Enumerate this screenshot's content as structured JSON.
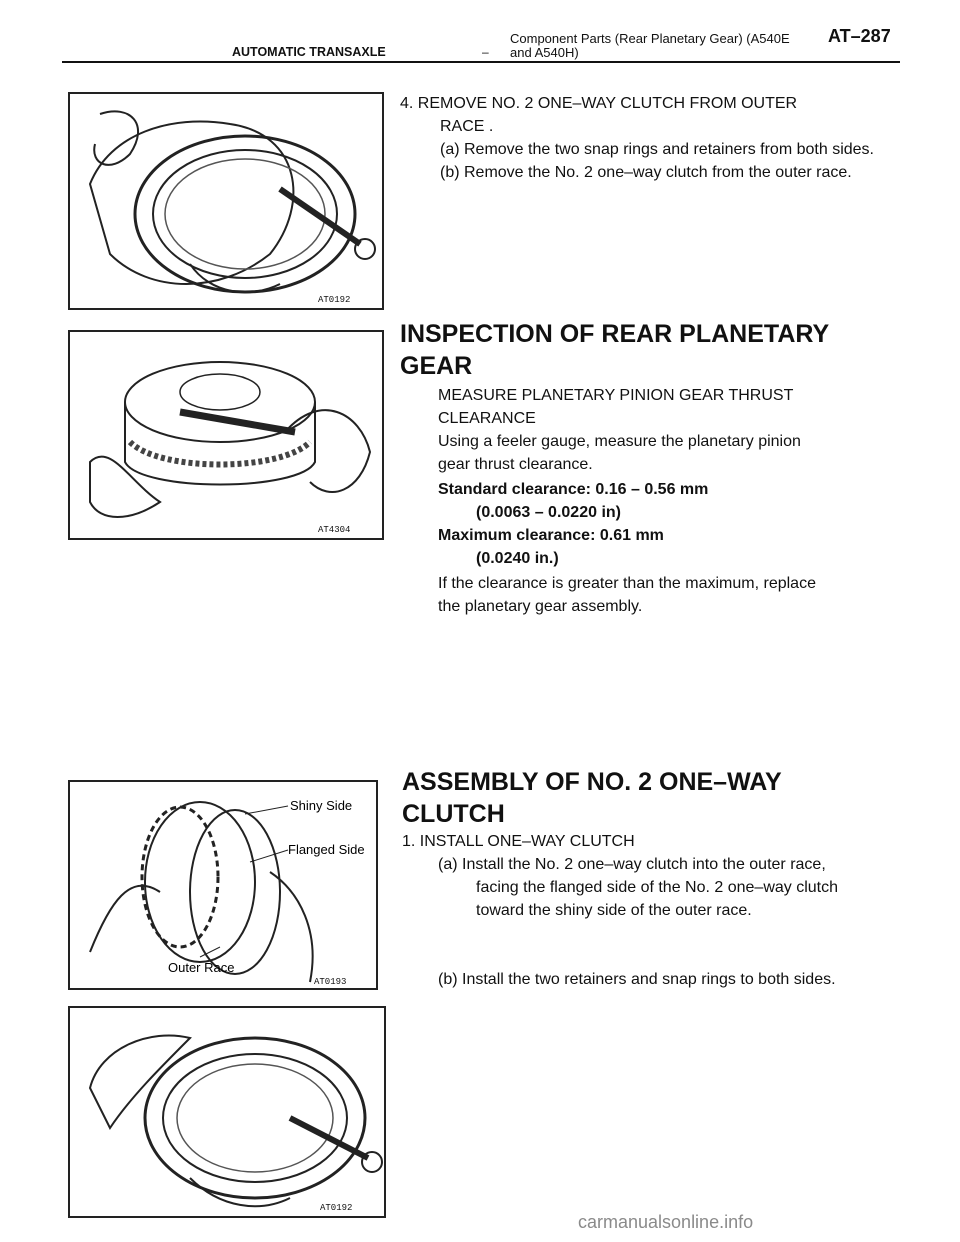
{
  "header": {
    "section": "AUTOMATIC TRANSAXLE",
    "dash": "–",
    "title": "Component Parts (Rear Planetary Gear) (A540E and A540H)",
    "page": "AT–287"
  },
  "figures": {
    "fig1": {
      "code": "AT0192",
      "icon": "snap-ring-removal-illustration"
    },
    "fig2": {
      "code": "AT4304",
      "icon": "feeler-gauge-illustration"
    },
    "fig3": {
      "code": "AT0193",
      "icon": "one-way-clutch-illustration",
      "callouts": [
        "Shiny Side",
        "Flanged Side",
        "Outer Race"
      ]
    },
    "fig4": {
      "code": "AT0192",
      "icon": "snap-ring-install-illustration"
    }
  },
  "step4": {
    "title_line1": "4. REMOVE NO. 2 ONE–WAY CLUTCH FROM OUTER",
    "title_line2": "RACE .",
    "a": "(a) Remove the two snap rings and retainers from both sides.",
    "b": "(b) Remove the No. 2 one–way clutch from the outer race."
  },
  "inspection": {
    "heading_line1": "INSPECTION OF REAR PLANETARY",
    "heading_line2": "GEAR",
    "sub_line1": "MEASURE PLANETARY PINION GEAR THRUST",
    "sub_line2": "CLEARANCE",
    "body_line1": "Using a feeler gauge, measure the planetary pinion",
    "body_line2": "gear thrust clearance.",
    "std_label": "Standard clearance: 0.16 – 0.56 mm",
    "std_in": "(0.0063 – 0.0220 in)",
    "max_label": "Maximum clearance: 0.61 mm",
    "max_in": "(0.0240 in.)",
    "replace_line1": "If the clearance is greater than the maximum, replace",
    "replace_line2": "the planetary gear assembly."
  },
  "assembly": {
    "heading_line1": "ASSEMBLY OF NO. 2 ONE–WAY",
    "heading_line2": "CLUTCH",
    "step1": "1. INSTALL ONE–WAY CLUTCH",
    "a_line1": "(a) Install the No. 2 one–way clutch into the outer race,",
    "a_line2": "facing the flanged side of the No. 2 one–way clutch",
    "a_line3": "toward the shiny side of the outer race.",
    "b": "(b) Install the two retainers and snap rings to both sides."
  },
  "watermark": "carmanualsonline.info"
}
